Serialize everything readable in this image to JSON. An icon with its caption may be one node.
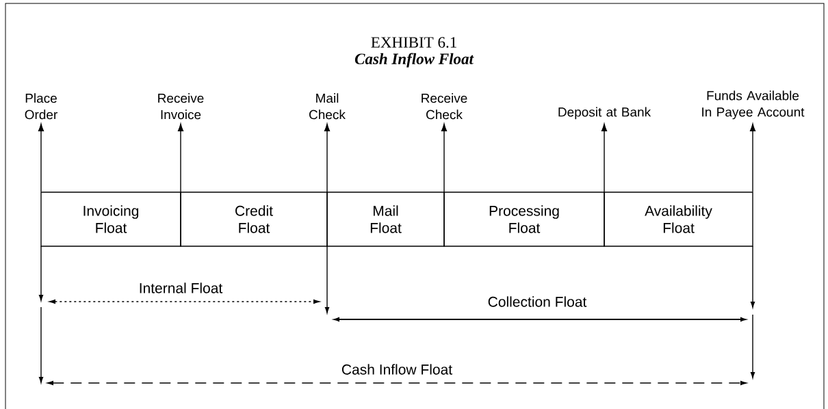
{
  "diagram": {
    "title": "EXHIBIT 6.1",
    "nodes": [
      {
        "text": [
          "Place Order"
        ]
      },
      {
        "text": [
          "Receive Invoice"
        ]
      },
      {
        "text": [
          "Mail Check"
        ]
      },
      {
        "text": [
          "Receive Check"
        ]
      },
      {
        "text": [
          "Deposit at Bank"
        ]
      },
      {
        "text": [
          "Funds Available In Payee Account"
        ]
      },
      {
        "text": [
          "Invoicing Float"
        ]
      },
      {
        "text": [
          "Credit Float"
        ]
      },
      {
        "text": [
          "Mail Float"
        ]
      },
      {
        "text": [
          "Processing Float"
        ]
      },
      {
        "text": [
          "Availability Float"
        ]
      }
    ],
    "edges": [
      {
        "from": 6,
        "to": 0,
        "arrow": "to"
      },
      {
        "from": 7,
        "to": 1,
        "arrow": "to"
      },
      {
        "from": 8,
        "to": 2,
        "arrow": "to"
      },
      {
        "from": 9,
        "to": 3,
        "arrow": "to"
      },
      {
        "from": 10,
        "to": 4,
        "arrow": "to"
      },
      {
        "from": 10,
        "to": 5,
        "arrow": "to"
      }
    ],
    "labels": [
      "Cash Inflow Float",
      "Internal Float",
      "Collection Float",
      "Cash Inflow Float"
    ]
  }
}
